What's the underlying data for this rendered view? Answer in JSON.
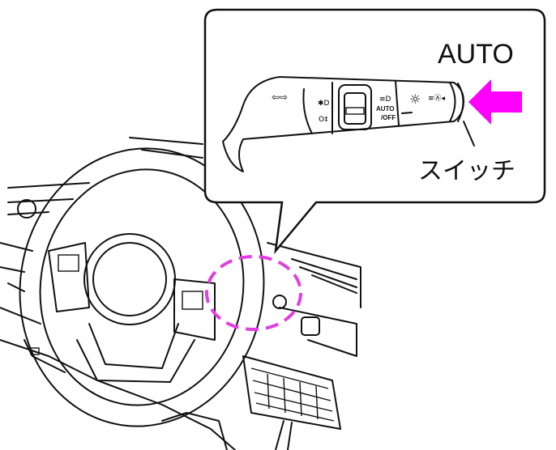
{
  "callout": {
    "title": "AUTO",
    "switch_label": "スイッチ",
    "stalk_auto_text": "AUTO",
    "stalk_off_text": "/OFF",
    "arrow_color": "#ff00ff",
    "highlight_color": "#e040e0"
  }
}
